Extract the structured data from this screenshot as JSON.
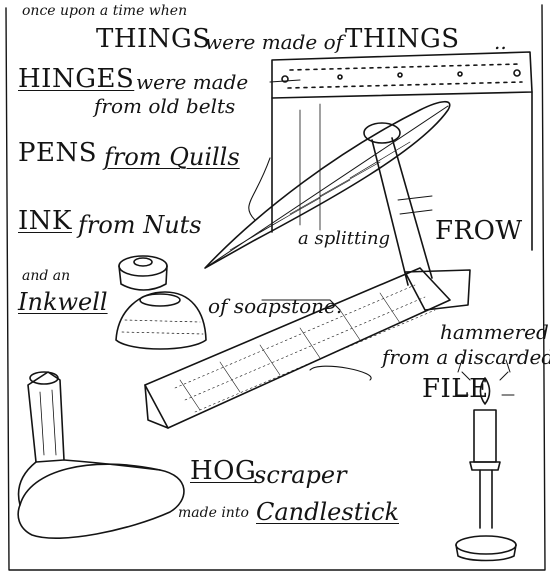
{
  "line1": "once upon a time when",
  "line2_caps1": "THINGS",
  "line2_mid": "were made of",
  "line2_caps2": "THINGS",
  "line2_end": "..",
  "hinges_caps": "HINGES",
  "hinges_rest": "were made",
  "hinges_line2": "from old belts",
  "pens_caps": "PENS",
  "pens_rest": "from Quills",
  "ink_caps": "INK",
  "ink_rest": "from Nuts",
  "frow_pre": "a splitting",
  "frow_caps": "FROW",
  "inkwell_pre": "and an",
  "inkwell_word": "Inkwell",
  "inkwell_post": "of soapstone.",
  "file_line1": "hammered",
  "file_line2": "from a discarded",
  "file_caps": "FILE",
  "hog_caps": "HOG",
  "hog_rest": "scraper",
  "candle_pre": "made into",
  "candle_word": "Candlestick",
  "colors": {
    "ink": "#141414",
    "paper": "#ffffff"
  }
}
